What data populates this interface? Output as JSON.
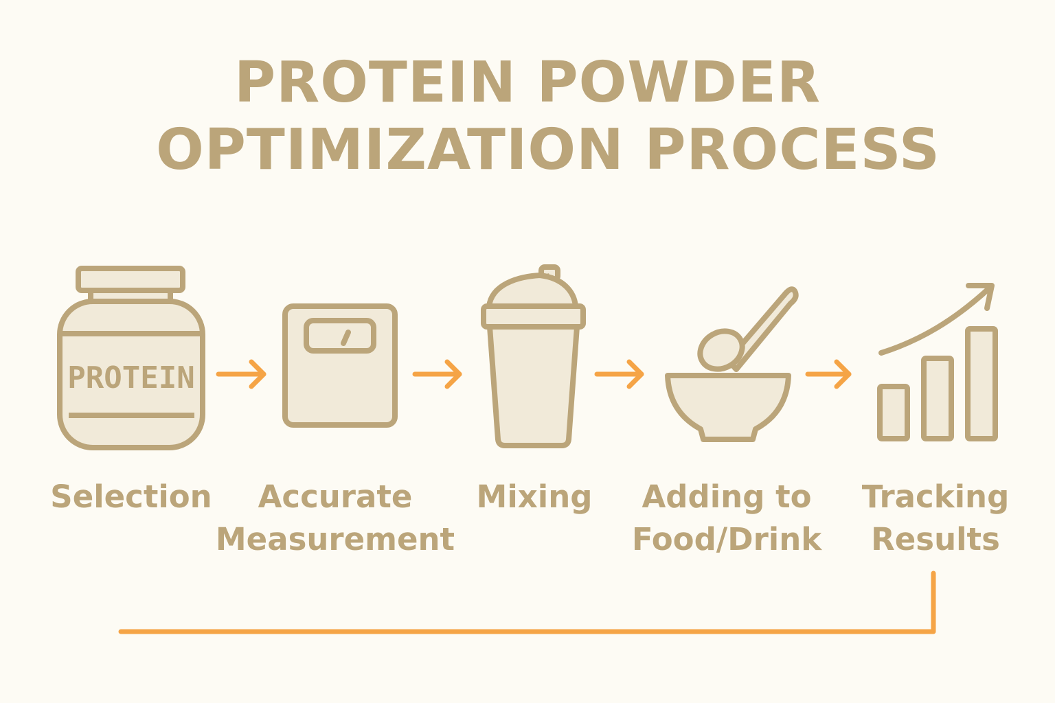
{
  "title": {
    "line1": "PROTEIN POWDER",
    "line2": "OPTIMIZATION PROCESS"
  },
  "steps": [
    {
      "label_line1": "Selection",
      "label_line2": "",
      "icon": "protein-jar-icon",
      "jar_text": "PROTEIN"
    },
    {
      "label_line1": "Accurate",
      "label_line2": "Measurement",
      "icon": "scale-icon"
    },
    {
      "label_line1": "Mixing",
      "label_line2": "",
      "icon": "shaker-icon"
    },
    {
      "label_line1": "Adding to",
      "label_line2": "Food/Drink",
      "icon": "bowl-scoop-icon"
    },
    {
      "label_line1": "Tracking",
      "label_line2": "Results",
      "icon": "bar-chart-trend-icon"
    }
  ],
  "colors": {
    "background": "#fdfbf4",
    "primary": "#bba57a",
    "icon_fill": "#f1ead9",
    "arrow": "#f5a446"
  }
}
